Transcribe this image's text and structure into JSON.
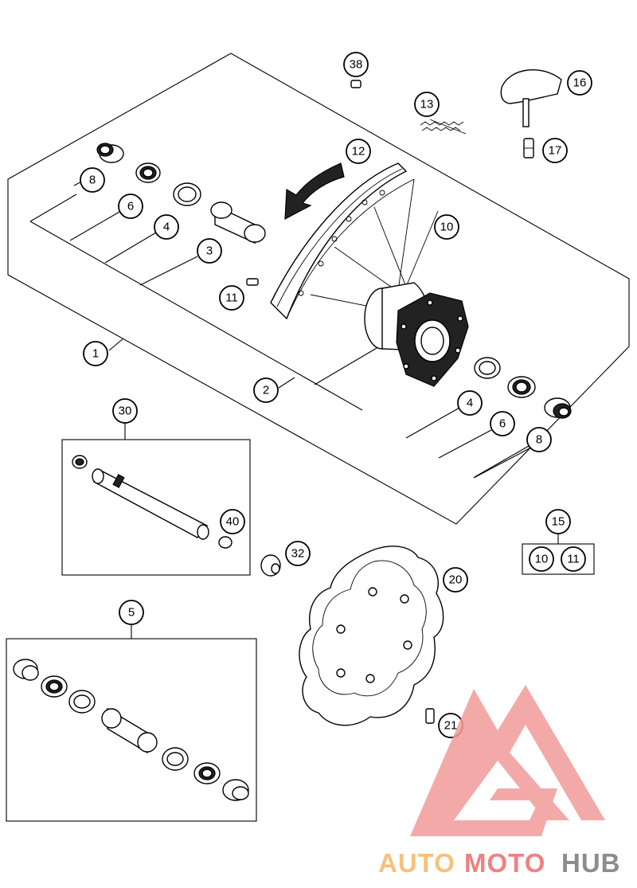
{
  "callouts": {
    "c1": "1",
    "c2": "2",
    "c3": "3",
    "c4a": "4",
    "c4b": "4",
    "c5": "5",
    "c6a": "6",
    "c6b": "6",
    "c8a": "8",
    "c8b": "8",
    "c10": "10",
    "c11": "11",
    "c12": "12",
    "c13": "13",
    "c15": "15",
    "c15_10": "10",
    "c15_11": "11",
    "c16": "16",
    "c17": "17",
    "c20": "20",
    "c21": "21",
    "c30": "30",
    "c32": "32",
    "c38": "38",
    "c40": "40"
  },
  "watermark": {
    "auto": "AUTO",
    "moto": "MOTO",
    "hub": "HUB",
    "colors": {
      "auto": "#f4c27a",
      "moto": "#f08080",
      "hub": "#8c8c8c",
      "logo": "#f29a9a"
    }
  }
}
